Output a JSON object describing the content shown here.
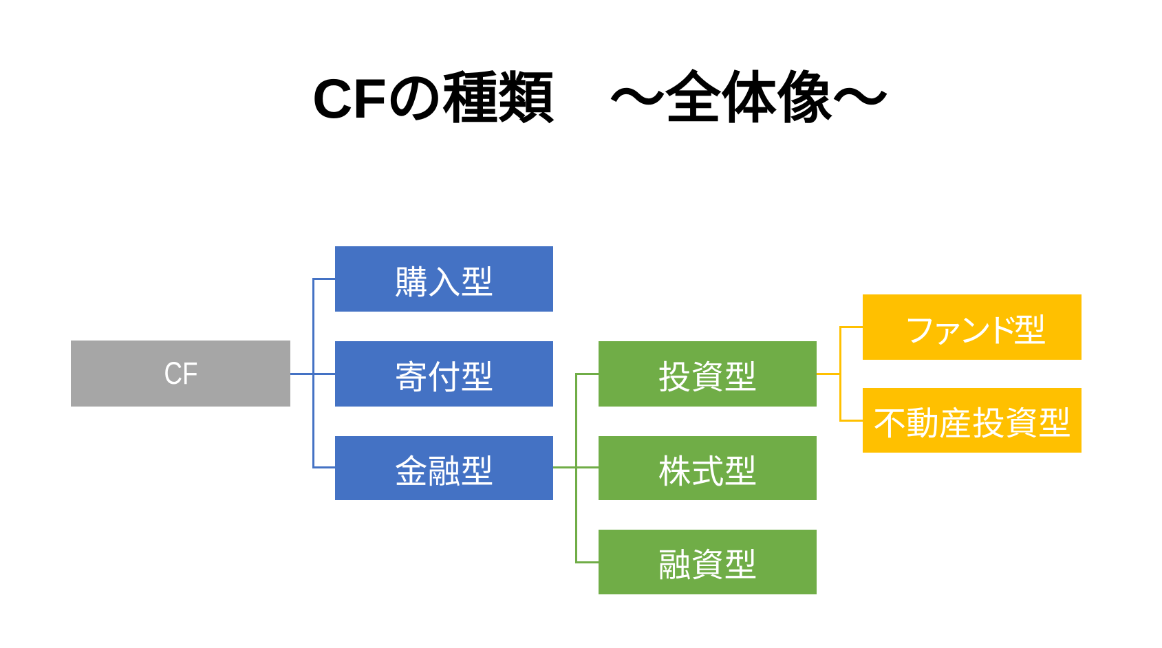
{
  "title": "CFの種類　～全体像～",
  "colors": {
    "gray": "#A6A6A6",
    "blue": "#4472C4",
    "green": "#70AD47",
    "yellow": "#FFC000",
    "box_text": "#FFFFFF",
    "title_text": "#000000"
  },
  "tree": {
    "root": "CF",
    "level1": [
      "購入型",
      "寄付型",
      "金融型"
    ],
    "level2": [
      "投資型",
      "株式型",
      "融資型"
    ],
    "level3": [
      "ファンド型",
      "不動産投資型"
    ]
  }
}
